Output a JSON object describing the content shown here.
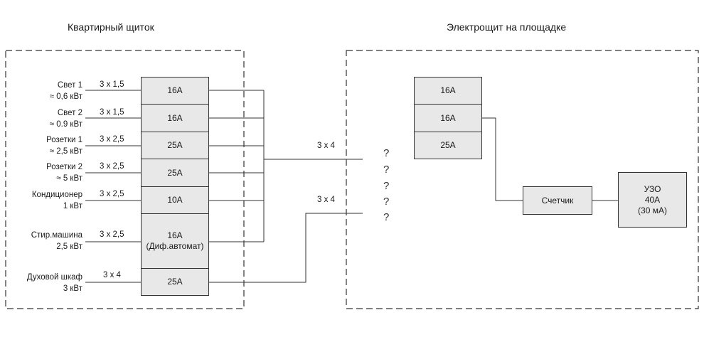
{
  "titles": {
    "apartment": "Квартирный щиток",
    "landing": "Электрощит на площадке"
  },
  "circuits": [
    {
      "name": "Свет 1",
      "power": "≈ 0,6 кВт",
      "cable": "3 x 1,5",
      "breaker": "16А"
    },
    {
      "name": "Свет 2",
      "power": "≈ 0.9 кВт",
      "cable": "3 x 1,5",
      "breaker": "16А"
    },
    {
      "name": "Розетки 1",
      "power": "≈ 2,5 кВт",
      "cable": "3 x 2,5",
      "breaker": "25А"
    },
    {
      "name": "Розетки 2",
      "power": "≈ 5 кВт",
      "cable": "3 x 2,5",
      "breaker": "25А"
    },
    {
      "name": "Кондиционер",
      "power": "1 кВт",
      "cable": "3 x 2,5",
      "breaker": "10А"
    },
    {
      "name": "Стир.машина",
      "power": "2,5 кВт",
      "cable": "3 x 2,5",
      "breaker": "16А",
      "breaker_note": "(Диф.автомат)"
    },
    {
      "name": "Духовой шкаф",
      "power": "3 кВт",
      "cable": "3 x 4",
      "breaker": "25А"
    }
  ],
  "feeds": [
    "3 x 4",
    "3 x 4"
  ],
  "unknowns": [
    "?",
    "?",
    "?",
    "?",
    "?"
  ],
  "landing": {
    "breakers": [
      "16А",
      "16А",
      "25А"
    ],
    "meter": "Счетчик",
    "rcd": {
      "line1": "УЗО",
      "line2": "40А",
      "line3": "(30 мА)"
    }
  }
}
